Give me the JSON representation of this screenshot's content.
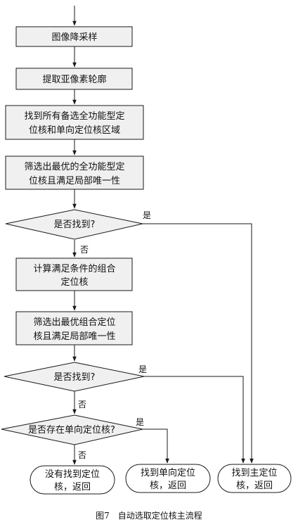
{
  "flowchart": {
    "steps": {
      "s1": "图像降采样",
      "s2": "提取亚像素轮廓",
      "s3_line1": "找到所有备选全功能型定",
      "s3_line2": "位核和单向定位核区域",
      "s4_line1": "筛选出最优的全功能型定",
      "s4_line2": "位核且满足局部唯一性",
      "s5_line1": "计算满足条件的组合",
      "s5_line2": "定位核",
      "s6_line1": "筛选出最优组合定位",
      "s6_line2": "核且满足局部唯一性"
    },
    "decisions": {
      "d1": "是否找到?",
      "d2": "是否找到?",
      "d3": "是否存在单向定位核?"
    },
    "terminals": {
      "t1_line1": "没有找到定位",
      "t1_line2": "核，返回",
      "t2_line1": "找到单向定位",
      "t2_line2": "核，返回",
      "t3_line1": "找到主定位",
      "t3_line2": "核，返回"
    },
    "branch_labels": {
      "yes1": "是",
      "no1": "否",
      "yes2": "是",
      "no2": "否",
      "yes3": "是",
      "no3": "否"
    }
  },
  "caption": "图7　自动选取定位核主流程"
}
